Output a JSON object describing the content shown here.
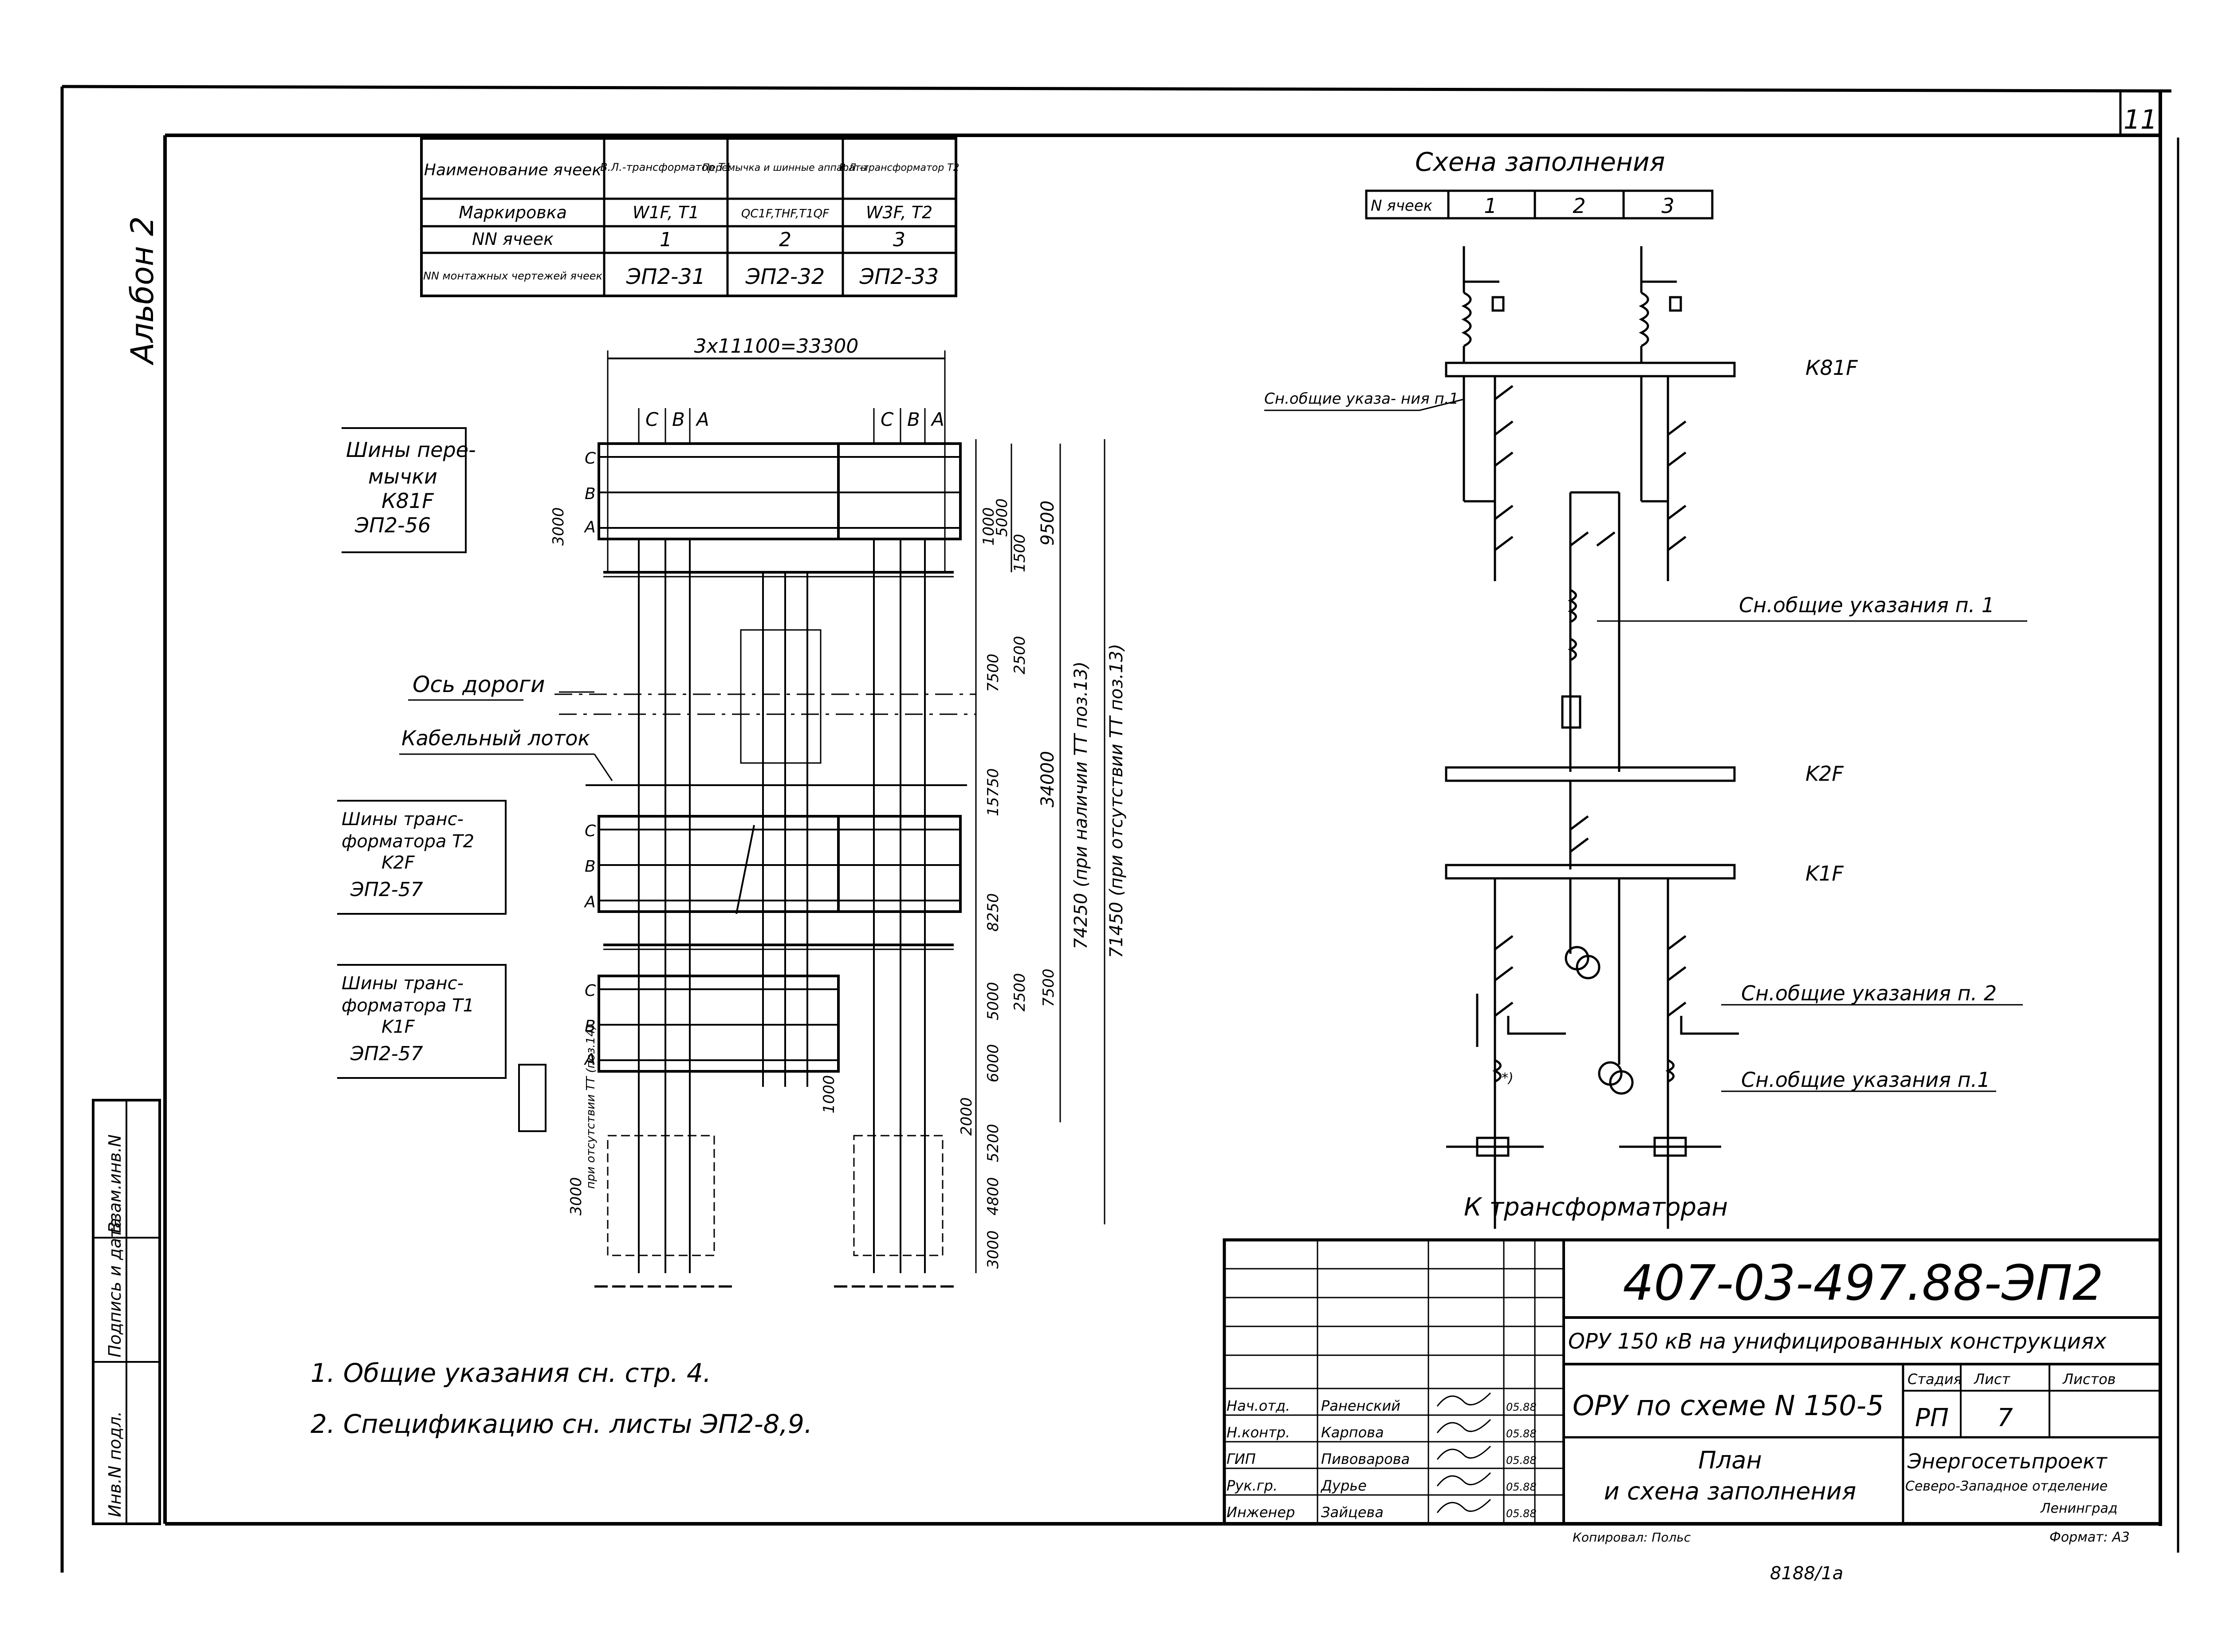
{
  "sheet": {
    "page_number": "11",
    "album": "Альбон 2",
    "designation": "407-03-497.88-ЭП2",
    "project_title": "ОРУ 150 кВ на унифицированных конструкциях",
    "object_title": "ОРУ по схеме N 150-5",
    "drawing_title_1": "План",
    "drawing_title_2": "и схена заполнения",
    "stage_label": "Стадия",
    "stage": "РП",
    "sheet_label": "Лист",
    "sheet_no": "7",
    "sheets_label": "Листов",
    "sheets_total": "",
    "org_1": "Энергосетьпроект",
    "org_2": "Северо-Западное отделение",
    "org_3": "Ленинград",
    "copied": "Копировал: Польс",
    "format": "Формат: А3",
    "bottom_stamp": "8188/1a"
  },
  "left_stamp": [
    "Инв.N подл.",
    "Подпись и дата",
    "Взам.инв.N"
  ],
  "signatures": [
    {
      "role": "Нач.отд.",
      "name": "Раненский",
      "date": "05.88"
    },
    {
      "role": "Н.контр.",
      "name": "Карпова",
      "date": "05.88"
    },
    {
      "role": "ГИП",
      "name": "Пивоварова",
      "date": "05.88"
    },
    {
      "role": "Рук.гр.",
      "name": "Дурье",
      "date": "05.88"
    },
    {
      "role": "Инженер",
      "name": "Зайцева",
      "date": "05.88"
    }
  ],
  "cells_table": {
    "rows": [
      [
        "Наименование ячеек",
        "В.Л.-трансформатор Т1",
        "Перемычка и шинные аппараты",
        "В.Л.-трансформатор Т2"
      ],
      [
        "Маркировка",
        "W1F, T1",
        "QC1F,TНF,T1QF",
        "W3F, T2"
      ],
      [
        "NN ячеек",
        "1",
        "2",
        "3"
      ],
      [
        "NN монтажных чертежей ячеек",
        "ЭП2-31",
        "ЭП2-32",
        "ЭП2-33"
      ]
    ]
  },
  "plan": {
    "overall_dim": "3x11100=33300",
    "phases": [
      "С",
      "В",
      "А"
    ],
    "dims_right": [
      "1000",
      "5000",
      "1500",
      "9500",
      "7500",
      "2500",
      "15750",
      "34000",
      "8250",
      "5000",
      "2500",
      "7500",
      "6000",
      "5200",
      "2000",
      "4800",
      "3000"
    ],
    "dims_left": [
      "3000",
      "3000",
      "1000"
    ],
    "dim_total_1": "74250 (при наличии ТТ поз.13)",
    "dim_total_2": "71450 (при отсутствии ТТ поз.13)",
    "note_left": "при отсутствии ТТ (поз.14)",
    "labels": [
      {
        "t1": "Шины пере-",
        "t2": "мычки",
        "t3": "К81F",
        "t4": "ЭП2-56"
      },
      {
        "t1": "Шины транс-",
        "t2": "форматора Т2",
        "t3": "K2F",
        "t4": "ЭП2-57"
      },
      {
        "t1": "Шины транс-",
        "t2": "форматора Т1",
        "t3": "K1F",
        "t4": "ЭП2-57"
      }
    ],
    "road_axis": "Ось дороги",
    "cable_tray": "Кабельный лоток"
  },
  "scheme": {
    "title": "Схена заполнения",
    "cells_header": "N ячеек",
    "cells": [
      "1",
      "2",
      "3"
    ],
    "buses": [
      "К81F",
      "K2F",
      "K1F"
    ],
    "notes": [
      "Сн.общие указа- ния п.1",
      "Сн.общие указания п. 1",
      "Сн.общие указания п. 2",
      "Сн.общие указания п.1"
    ],
    "bottom": "К трансформаторан",
    "mark": "*)"
  },
  "general_notes": [
    "1.  Общие указания  сн. стр. 4.",
    "2.  Спецификацию  сн. листы  ЭП2-8,9."
  ]
}
